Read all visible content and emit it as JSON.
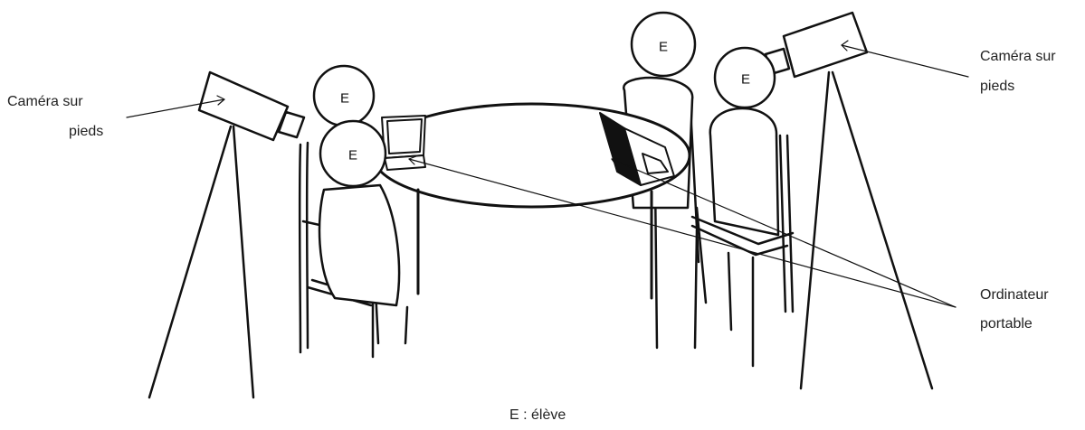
{
  "labels": {
    "camera_left": [
      "Caméra sur",
      "pieds"
    ],
    "camera_right": [
      "Caméra sur",
      "pieds"
    ],
    "laptop": [
      "Ordinateur",
      "portable"
    ],
    "legend": "E : élève"
  },
  "students": [
    "E",
    "E",
    "E",
    "E"
  ]
}
